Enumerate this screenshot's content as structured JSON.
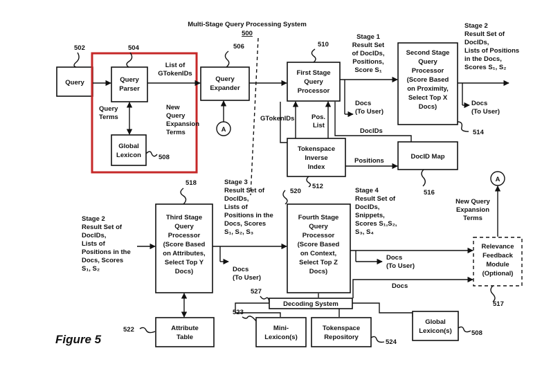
{
  "title": "Multi-Stage Query Processing System",
  "title_ref": "500",
  "figure_label": "Figure 5",
  "boxes": {
    "query": "Query",
    "query_parser": [
      "Query",
      "Parser"
    ],
    "global_lexicon": [
      "Global",
      "Lexicon"
    ],
    "query_expander": [
      "Query",
      "Expander"
    ],
    "first_stage": [
      "First Stage",
      "Query",
      "Processor"
    ],
    "second_stage": [
      "Second Stage",
      "Query",
      "Processor",
      "(Score Based",
      "on Proximity,",
      "Select Top X",
      "Docs)"
    ],
    "tokenspace_index": [
      "Tokenspace",
      "Inverse",
      "Index"
    ],
    "docid_map": "DocID Map",
    "third_stage": [
      "Third Stage",
      "Query",
      "Processor",
      "(Score Based",
      "on Attributes,",
      "Select Top Y",
      "Docs)"
    ],
    "fourth_stage": [
      "Fourth Stage",
      "Query",
      "Processor",
      "(Score Based",
      "on Context,",
      "Select Top Z",
      "Docs)"
    ],
    "relevance_feedback": [
      "Relevance",
      "Feedback",
      "Module",
      "(Optional)"
    ],
    "attribute_table": [
      "Attribute",
      "Table"
    ],
    "decoding_system": "Decoding System",
    "mini_lexicon": [
      "Mini-",
      "Lexicon(s)"
    ],
    "tokenspace_repository": [
      "Tokenspace",
      "Repository"
    ],
    "global_lexicons": [
      "Global",
      "Lexicon(s)"
    ]
  },
  "labels": {
    "list_gtokenids": [
      "List of",
      "GTokenIDs"
    ],
    "query_terms": [
      "Query",
      "Terms"
    ],
    "new_query_expansion": [
      "New",
      "Query",
      "Expansion",
      "Terms"
    ],
    "connector_a": "A",
    "stage1_result": [
      "Stage 1",
      "Result Set",
      "of DocIDs,",
      "Positions,",
      "Score S₁"
    ],
    "stage2_result": [
      "Stage 2",
      "Result Set of",
      "DocIDs,",
      "Lists of Positions",
      "in the Docs,",
      "Scores S₁, S₂"
    ],
    "docs_to_user_1": [
      "Docs",
      "(To User)"
    ],
    "docs_to_user_2": [
      "Docs",
      "(To User)"
    ],
    "gtokenids": "GTokenIDs",
    "pos_list": [
      "Pos.",
      "List"
    ],
    "docids": "DocIDs",
    "positions": "Positions",
    "stage2_input": [
      "Stage 2",
      "Result Set of",
      "DocIDs,",
      "Lists of",
      "Positions in the",
      "Docs, Scores",
      "S₁, S₂"
    ],
    "stage3_result": [
      "Stage 3",
      "Result Set of",
      "DocIDs,",
      "Lists of",
      "Positions in the",
      "Docs, Scores",
      "S₁, S₂, S₃"
    ],
    "docs_to_user_3": [
      "Docs",
      "(To User)"
    ],
    "stage4_result": [
      "Stage 4",
      "Result Set of",
      "DocIDs,",
      "Snippets,",
      "Scores S₁,S₂,",
      "S₃, S₄"
    ],
    "docs_to_user_4": [
      "Docs",
      "(To User)"
    ],
    "docs": "Docs",
    "new_query_expansion_2": [
      "New Query",
      "Expansion",
      "Terms"
    ]
  },
  "refs": {
    "r502": "502",
    "r504": "504",
    "r506": "506",
    "r508": "508",
    "r510": "510",
    "r512": "512",
    "r514": "514",
    "r516": "516",
    "r517": "517",
    "r518": "518",
    "r520": "520",
    "r522": "522",
    "r523": "523",
    "r524": "524",
    "r527": "527",
    "r508b": "508"
  },
  "highlight_color": "#c62828"
}
